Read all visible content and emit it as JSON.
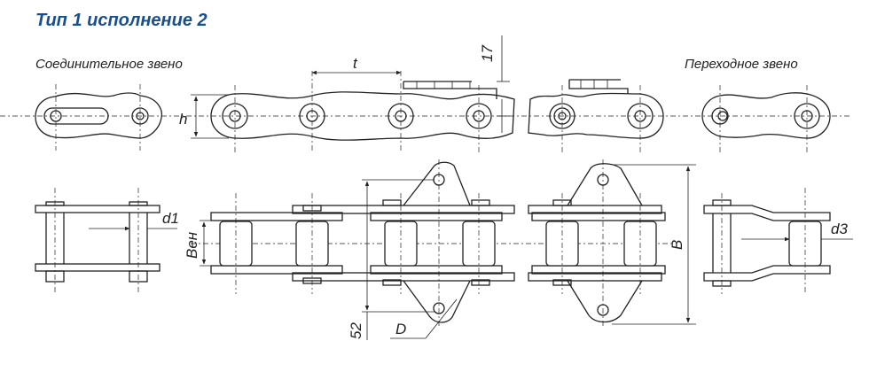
{
  "title": "Тип 1 исполнение 2",
  "captions": {
    "connecting_link": "Соединительное звено",
    "transition_link": "Переходное звено"
  },
  "dimensions": {
    "pitch": "t",
    "height": "h",
    "tab_offset": "17",
    "pin_diameter": "d1",
    "inner_width": "Вен",
    "overall_width": "B",
    "roller_diameter": "d3",
    "hole_offset": "52",
    "hole_diameter": "D"
  }
}
